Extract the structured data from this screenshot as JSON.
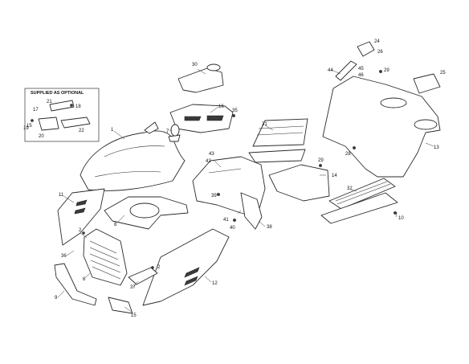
{
  "optional_box": {
    "title": "SUPPLIED AS OPTIONAL"
  },
  "callouts": {
    "c1": "1",
    "c2a": "2",
    "c2b": "2",
    "c6": "6",
    "c8": "8",
    "c9": "9",
    "c10": "10",
    "c11": "11",
    "c12": "12",
    "c13": "13",
    "c14": "14",
    "c15": "15",
    "c15b": "15",
    "c16": "16",
    "c17": "17",
    "c18": "18",
    "c19": "19",
    "c20": "20",
    "c21": "21",
    "c22": "22",
    "c24": "24",
    "c25": "25",
    "c26": "26",
    "c28": "28",
    "c29a": "29",
    "c29b": "29",
    "c30": "30",
    "c31": "31",
    "c32": "32",
    "c35": "35",
    "c36": "36",
    "c37": "37",
    "c38": "38",
    "c39": "39",
    "c40": "40",
    "c41": "41",
    "c42": "42",
    "c43": "43",
    "c44": "44",
    "c45": "45",
    "c46": "46",
    "c7": "7"
  }
}
